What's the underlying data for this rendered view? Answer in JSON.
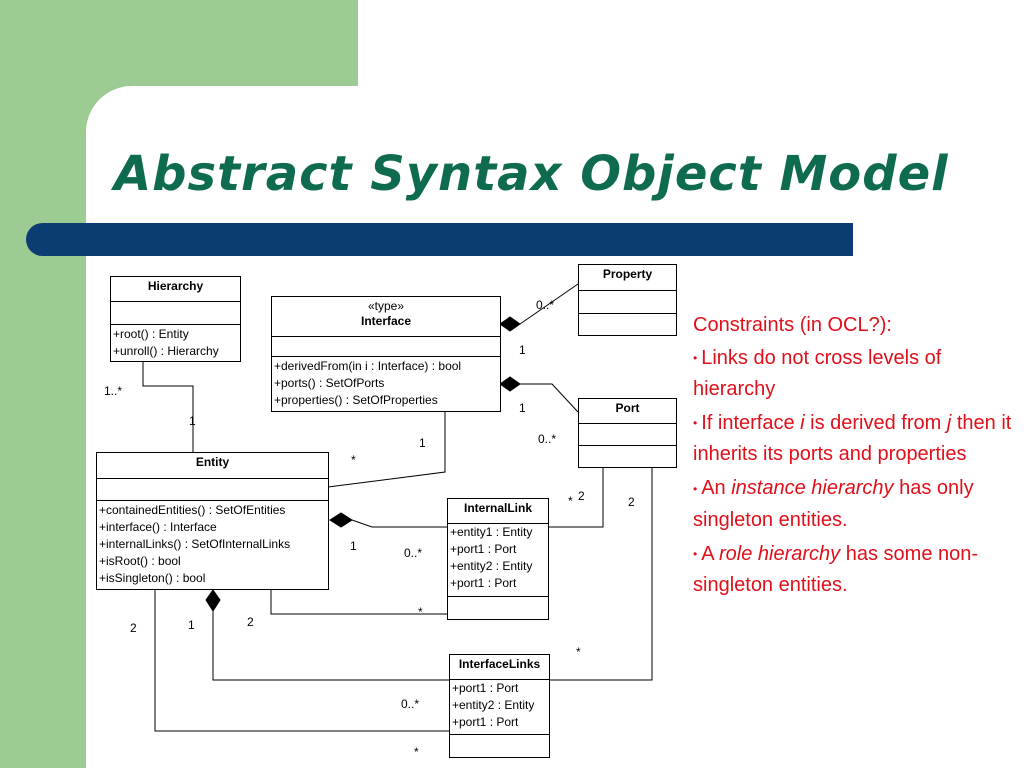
{
  "slide": {
    "title": "Abstract Syntax Object Model"
  },
  "uml": {
    "hierarchy": {
      "name": "Hierarchy",
      "ops": [
        "+root() : Entity",
        "+unroll() : Hierarchy"
      ]
    },
    "interface": {
      "stereotype": "«type»",
      "name": "Interface",
      "ops": [
        "+derivedFrom(in i : Interface) : bool",
        "+ports() : SetOfPorts",
        "+properties() : SetOfProperties"
      ]
    },
    "property": {
      "name": "Property"
    },
    "port": {
      "name": "Port"
    },
    "entity": {
      "name": "Entity",
      "ops": [
        "+containedEntities() : SetOfEntities",
        "+interface() : Interface",
        "+internalLinks() : SetOfInternalLinks",
        "+isRoot() : bool",
        "+isSingleton() : bool"
      ]
    },
    "internal_link": {
      "name": "InternalLink",
      "ops": [
        "+entity1 : Entity",
        "+port1 : Port",
        "+entity2 : Entity",
        "+port1 : Port"
      ]
    },
    "interface_links": {
      "name": "InterfaceLinks",
      "ops": [
        "+port1 : Port",
        "+entity2 : Entity",
        "+port1 : Port"
      ]
    },
    "multiplicities": {
      "iface_property_far": "0..*",
      "iface_property_near": "1",
      "iface_port_near": "1",
      "iface_port_far": "0..*",
      "hierarchy_entity_top": "1..*",
      "hierarchy_entity_bottom": "1",
      "entity_iface_entity": "*",
      "entity_iface_iface": "1",
      "port_internallink_star": "*",
      "port_internallink_two": "2",
      "port_interfacelinks_two": "2",
      "entity_internallink_one": "1",
      "entity_internallink_many": "0..*",
      "entity_bottom_star": "*",
      "entity_bottom_two": "2",
      "entity_diamond_one": "1",
      "entity_left_two": "2",
      "interfacelinks_top_star": "*",
      "interfacelinks_many": "0..*",
      "interfacelinks_bottom_star": "*"
    }
  },
  "constraints": {
    "heading": "Constraints (in OCL?):",
    "bullet_symbol": "•",
    "item1": "Links do not cross levels of hierarchy",
    "item2": {
      "a": "If interface ",
      "b": "i",
      "c": " is derived from ",
      "d": "j",
      "e": " then it inherits its ports and properties"
    },
    "item3": {
      "a": "An ",
      "b": "instance hierarchy",
      "c": " has only singleton entities."
    },
    "item4": {
      "a": "A ",
      "b": "role hierarchy",
      "c": " has some non-singleton entities."
    }
  },
  "colors": {
    "sidebar_green": "#9ccb94",
    "title_green": "#0f6b4f",
    "title_bar_blue": "#0c3d72",
    "constraint_red": "#e0101a"
  }
}
